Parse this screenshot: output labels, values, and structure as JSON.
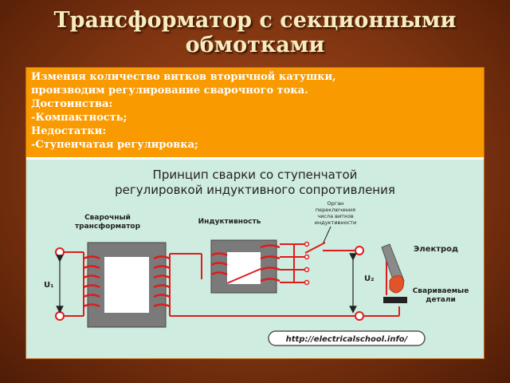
{
  "slide": {
    "title_line1": "Трансформатор с секционными",
    "title_line2": "обмотками"
  },
  "text_block": {
    "line1": "Изменяя количество витков вторичной катушки,",
    "line2": "производим регулирование сварочного тока.",
    "line3": "Достоинства:",
    "line4": "-Компактность;",
    "line5": "Недостатки:",
    "line6": "-Ступенчатая регулировка;"
  },
  "diagram": {
    "heading_line1": "Принцип сварки со ступенчатой",
    "heading_line2": "регулировкой индуктивного сопротивления",
    "label_transformer_line1": "Сварочный",
    "label_transformer_line2": "трансформатор",
    "label_inductance": "Индуктивность",
    "label_switch_line1": "Орган",
    "label_switch_line2": "переключения",
    "label_switch_line3": "числа витков",
    "label_switch_line4": "индуктивности",
    "label_electrode": "Электрод",
    "label_parts_line1": "Свариваемые",
    "label_parts_line2": "детали",
    "label_u1": "U₁",
    "label_u2": "U₂",
    "url": "http://electricalschool.info/",
    "colors": {
      "wire": "#e01b1b",
      "core": "#7a7a7a",
      "background": "#cfece0"
    }
  }
}
